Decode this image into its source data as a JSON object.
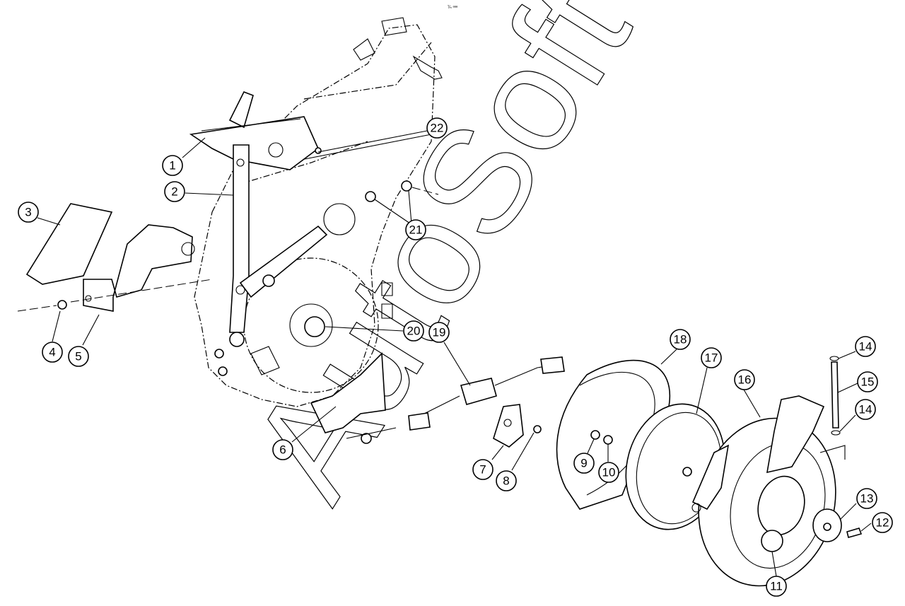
{
  "header_mark": "ᵀ⁄ₙ ᵃᵃᵃ",
  "watermark_text": "AutoSoft",
  "callouts": [
    "1",
    "2",
    "3",
    "4",
    "5",
    "6",
    "7",
    "8",
    "9",
    "10",
    "11",
    "12",
    "13",
    "14",
    "14",
    "15",
    "16",
    "17",
    "18",
    "19",
    "20",
    "21",
    "22"
  ],
  "colors": {
    "line": "#000000",
    "background": "#ffffff"
  }
}
